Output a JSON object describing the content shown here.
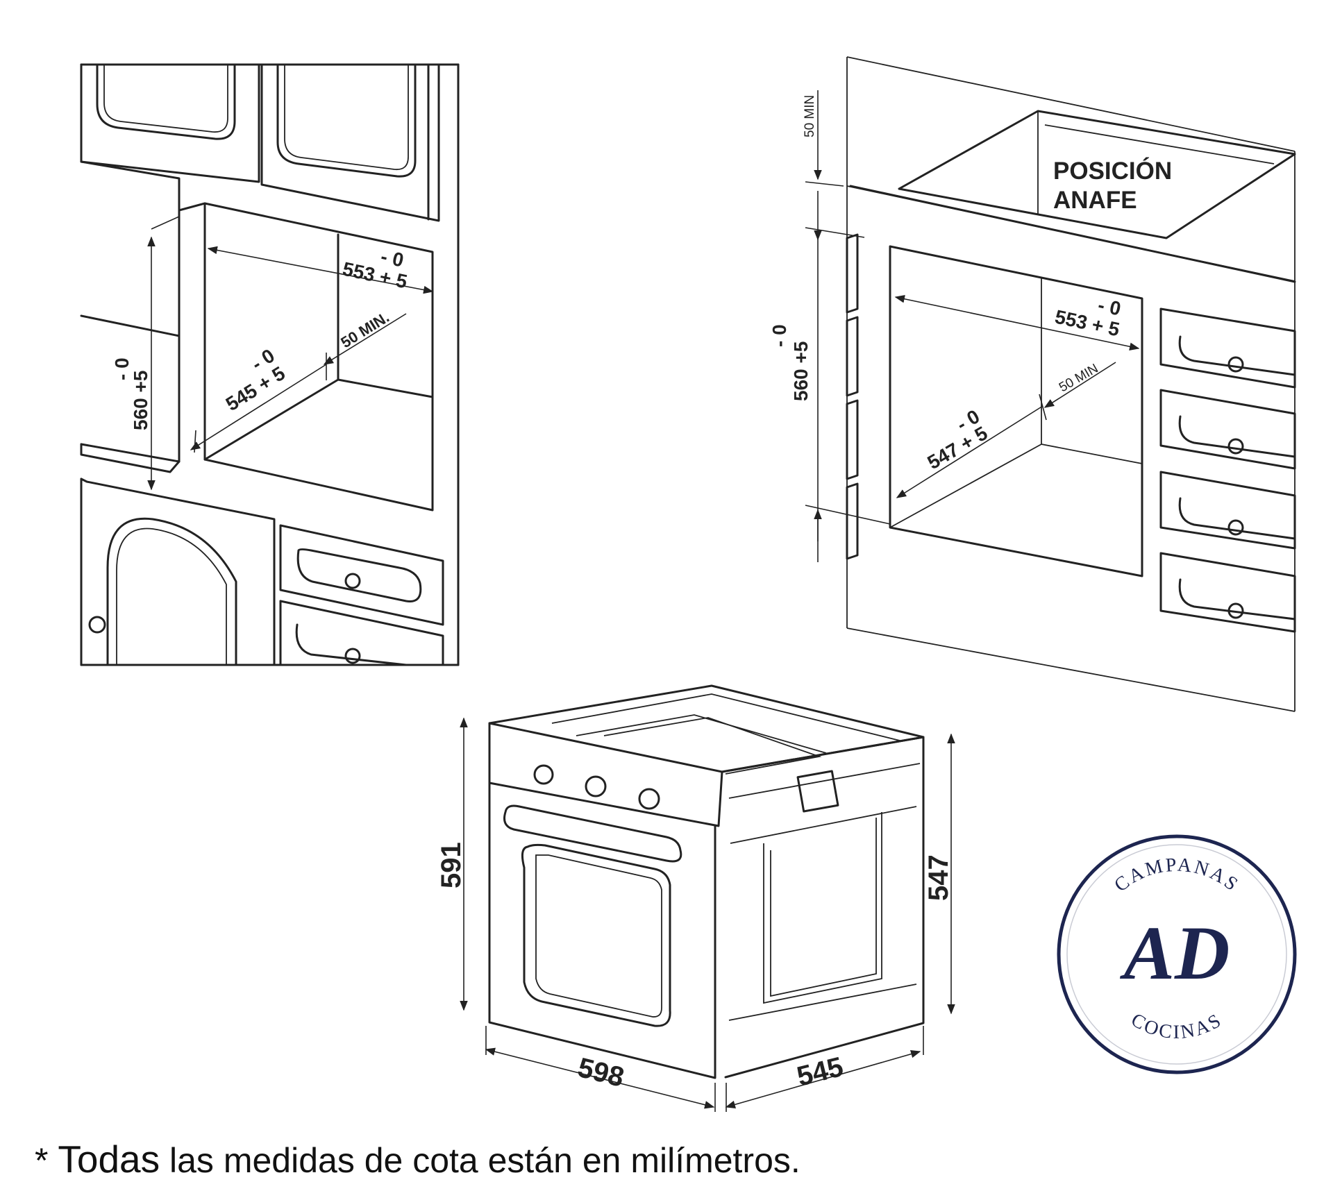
{
  "left_diagram": {
    "height_minus": "- 0",
    "height_plus": "560  +5",
    "width_minus": "- 0",
    "width_plus": "553 + 5",
    "depth_minus": "- 0",
    "depth_plus": "545 + 5",
    "gap": "50  MIN."
  },
  "right_diagram": {
    "top_gap": "50 MIN",
    "hob_label_line1": "POSICIÓN",
    "hob_label_line2": "ANAFE",
    "height_minus": "- 0",
    "height_plus": "560  +5",
    "width_minus": "- 0",
    "width_plus": "553 + 5",
    "depth_minus": "- 0",
    "depth_plus": "547 + 5",
    "gap": "50 MIN"
  },
  "oven_diagram": {
    "height": "591",
    "width": "598",
    "depth": "545",
    "body_height": "547"
  },
  "logo": {
    "top_text": "CAMPANAS",
    "monogram": "AD",
    "bottom_text": "COCINAS",
    "ring_color": "#1d2550"
  },
  "footnote": {
    "asterisk": "* ",
    "first_word": "Todas",
    "rest": " las medidas de cota están en milímetros."
  }
}
